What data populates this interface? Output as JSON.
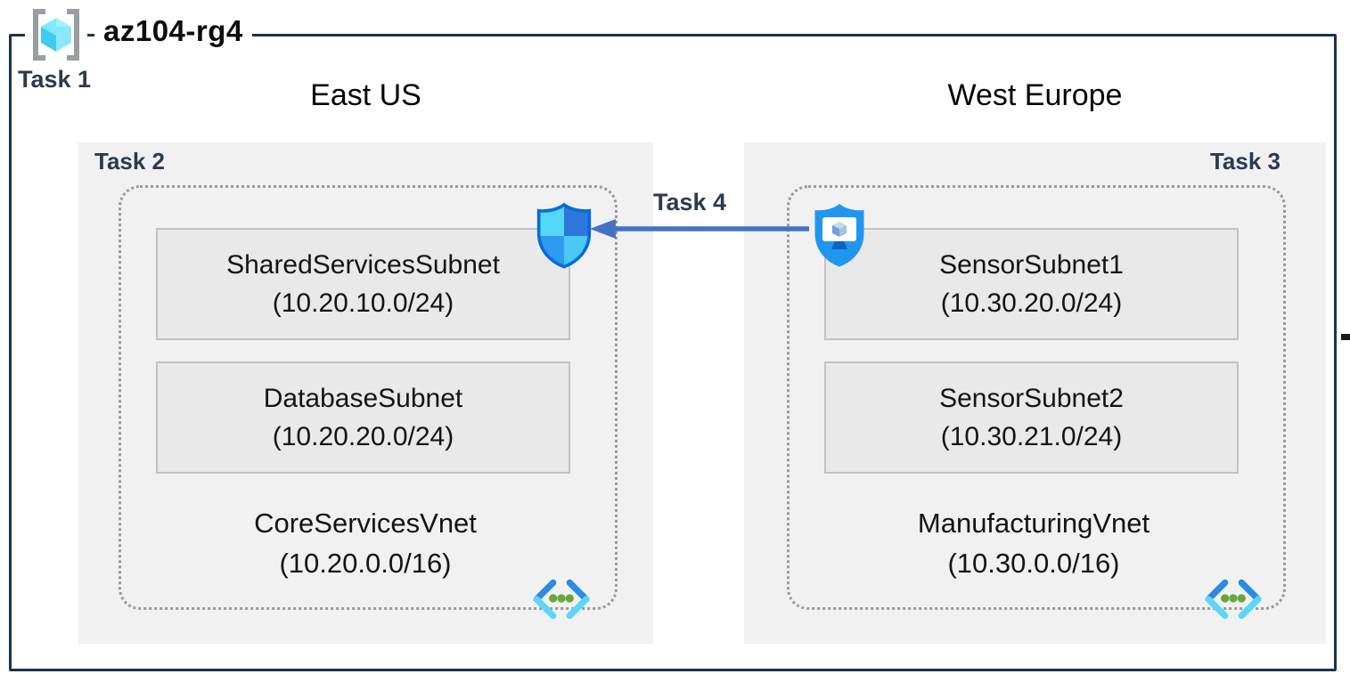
{
  "diagram": {
    "resource_group": {
      "name": "az104-rg4",
      "task_label": "Task 1",
      "icon": "resource-group-icon"
    },
    "regions": [
      {
        "name": "East US",
        "task_label": "Task 2",
        "vnet": {
          "name": "CoreServicesVnet",
          "cidr": "(10.20.0.0/16)",
          "icon": "virtual-network-icon",
          "security_icon": "network-security-group-shield-icon",
          "subnets": [
            {
              "name": "SharedServicesSubnet",
              "cidr": "(10.20.10.0/24)"
            },
            {
              "name": "DatabaseSubnet",
              "cidr": "(10.20.20.0/24)"
            }
          ]
        }
      },
      {
        "name": "West Europe",
        "task_label": "Task 3",
        "vnet": {
          "name": "ManufacturingVnet",
          "cidr": "(10.30.0.0/16)",
          "icon": "virtual-network-icon",
          "security_icon": "bastion-shield-monitor-icon",
          "subnets": [
            {
              "name": "SensorSubnet1",
              "cidr": "(10.30.20.0/24)"
            },
            {
              "name": "SensorSubnet2",
              "cidr": "(10.30.21.0/24)"
            }
          ]
        }
      }
    ],
    "peering": {
      "task_label": "Task 4",
      "arrow_direction": "west-europe-to-east-us"
    },
    "colors": {
      "outer_border": "#1B3150",
      "task_label_text": "#2B3A4F",
      "region_fill": "#F1F1F1",
      "subnet_fill": "#E9E9E9",
      "subnet_border": "#C2C2C2",
      "boundary_dots": "#9A9A9A",
      "arrow_blue": "#4472C4",
      "azure_cyan": "#50E6FF",
      "azure_blue": "#2196EF",
      "green_dot": "#67A83A"
    }
  }
}
